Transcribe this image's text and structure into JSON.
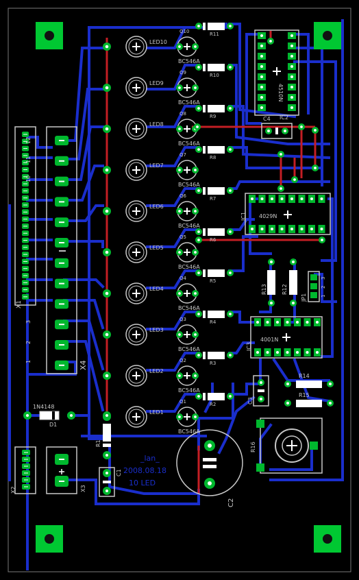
{
  "colors": {
    "background": "#000000",
    "trace_bottom": "#1a2ecc",
    "trace_top": "#c41e24",
    "pad": "#00b82e",
    "pad_hole": "#ffffff",
    "silk": "#c8c8c8",
    "border": "#7a7a7a",
    "mounting_pad": "#00c832",
    "mounting_hole": "#111111"
  },
  "leds": [
    {
      "name": "LED10",
      "transistor": "Q10",
      "type": "BC546A",
      "resistor": "R11"
    },
    {
      "name": "LED9",
      "transistor": "Q9",
      "type": "BC546A",
      "resistor": "R10"
    },
    {
      "name": "LED8",
      "transistor": "Q8",
      "type": "BC546A",
      "resistor": "R9"
    },
    {
      "name": "LED7",
      "transistor": "Q7",
      "type": "BC546A",
      "resistor": "R8"
    },
    {
      "name": "LED6",
      "transistor": "Q6",
      "type": "BC546A",
      "resistor": "R7"
    },
    {
      "name": "LED5",
      "transistor": "Q5",
      "type": "BC546A",
      "resistor": "R6"
    },
    {
      "name": "LED4",
      "transistor": "Q4",
      "type": "BC546A",
      "resistor": "R5"
    },
    {
      "name": "LED3",
      "transistor": "Q3",
      "type": "BC546A",
      "resistor": "R4"
    },
    {
      "name": "LED2",
      "transistor": "Q2",
      "type": "BC546A",
      "resistor": "R3"
    },
    {
      "name": "LED1",
      "transistor": "Q1",
      "type": "BC546A",
      "resistor": "R2"
    }
  ],
  "ics": {
    "ic1": {
      "ref": "IC1",
      "value": "4029N"
    },
    "ic2": {
      "ref": "IC2",
      "value": "4510N"
    },
    "ic3": {
      "ref": "IC3",
      "value": "4001N"
    }
  },
  "connectors": {
    "x1": {
      "ref": "X1",
      "numbers": [
        "12",
        "11",
        "10",
        "3",
        "2",
        "1"
      ]
    },
    "x2": {
      "ref": "X2"
    },
    "x3": {
      "ref": "X3"
    },
    "x4": {
      "ref": "X4"
    },
    "jp1": {
      "ref": "JP1",
      "numbers": [
        "3",
        "2",
        "1"
      ]
    }
  },
  "parts": {
    "d1_value": "1N4148",
    "d1_ref": "D1",
    "r1": "R1",
    "r12": "R12",
    "r13": "R13",
    "r14": "R14",
    "r15": "R15",
    "r16": "R16",
    "c1": "C1",
    "c2": "C2",
    "c3": "C3",
    "c4": "C4"
  },
  "board_text": {
    "line1": "_lan_",
    "line2": "2008.08.18",
    "line3": "10 LED"
  }
}
